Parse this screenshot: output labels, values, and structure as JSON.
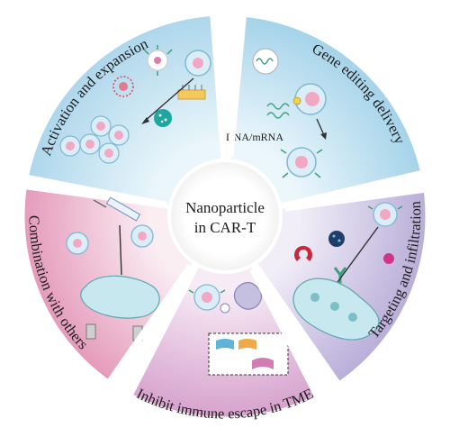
{
  "center": {
    "line1": "Nanoparticle",
    "line2": "in CAR-T"
  },
  "segments": [
    {
      "id": "activation",
      "label": "Activation and expansion",
      "color": "#c9e5f2"
    },
    {
      "id": "gene-editing",
      "label": "Gene editing delivery",
      "color": "#c6e2f0",
      "inner_label": "DNA/mRNA"
    },
    {
      "id": "targeting",
      "label": "Targeting and infiltration",
      "color": "#cfc7e4"
    },
    {
      "id": "immune-escape",
      "label": "Inhibit immune escape in TME",
      "color": "#e3bedd"
    },
    {
      "id": "combination",
      "label": "Combination with others",
      "color": "#eab7cc"
    }
  ],
  "colors": {
    "cell_body": "#d9eef7",
    "cell_nucleus": "#f2a7c3",
    "separator": "#ffffff"
  }
}
